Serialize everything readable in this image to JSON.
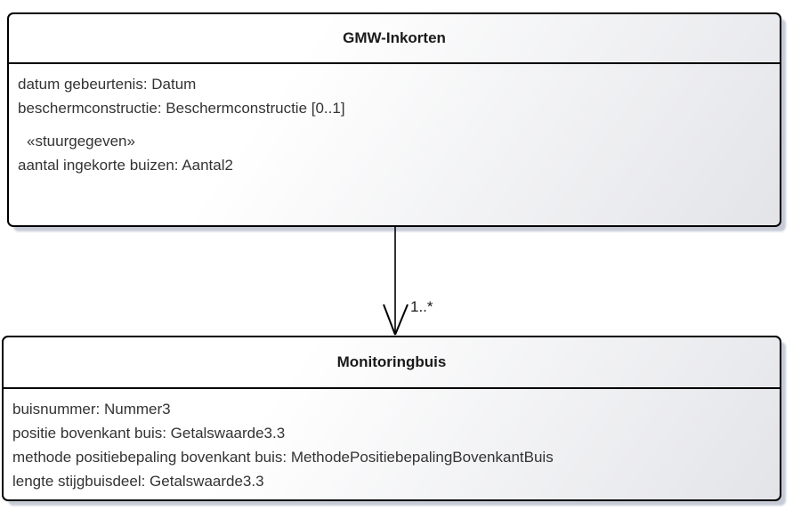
{
  "diagram": {
    "type": "uml-class-diagram",
    "classes": [
      {
        "name": "GMW-Inkorten",
        "attributes": [
          {
            "text": "datum gebeurtenis: Datum"
          },
          {
            "text": "beschermconstructie: Beschermconstructie [0..1]"
          },
          {
            "text": "«stuurgegeven»"
          },
          {
            "text": "aantal ingekorte buizen: Aantal2"
          }
        ]
      },
      {
        "name": "Monitoringbuis",
        "attributes": [
          {
            "text": "buisnummer: Nummer3"
          },
          {
            "text": "positie bovenkant buis: Getalswaarde3.3"
          },
          {
            "text": "methode positiebepaling bovenkant buis: MethodePositiebepalingBovenkantBuis"
          },
          {
            "text": "lengte stijgbuisdeel: Getalswaarde3.3"
          }
        ]
      }
    ],
    "connector": {
      "from": "GMW-Inkorten",
      "to": "Monitoringbuis",
      "multiplicity": "1..*"
    },
    "colors": {
      "border": "#000000",
      "fill_start": "#ffffff",
      "fill_end": "#e3e4e8",
      "shadow": "#c6cbd7",
      "text": "#333333"
    }
  }
}
